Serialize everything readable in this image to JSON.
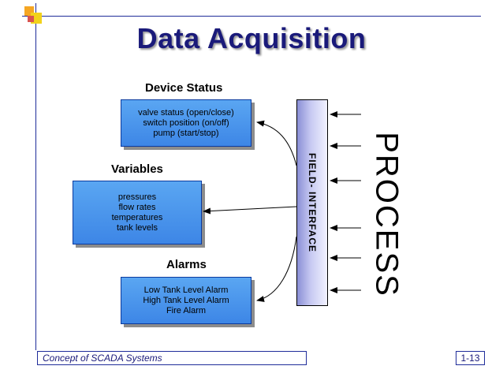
{
  "title": "Data Acquisition",
  "device_status": {
    "heading": "Device Status",
    "lines": [
      "valve status (open/close)",
      "switch position (on/off)",
      "pump (start/stop)"
    ]
  },
  "variables": {
    "heading": "Variables",
    "lines": [
      "pressures",
      "flow rates",
      "temperatures",
      "tank levels"
    ]
  },
  "alarms": {
    "heading": "Alarms",
    "lines": [
      "Low Tank Level Alarm",
      "High Tank Level Alarm",
      "Fire Alarm"
    ]
  },
  "field_interface": "FIELD- INTERFACE",
  "process": "PROCESS",
  "footer": {
    "course": "Concept of SCADA Systems",
    "page": "1-13"
  },
  "colors": {
    "frame": "#1f2c9a",
    "box": "#3d86e6",
    "title": "#1a1a7a"
  }
}
